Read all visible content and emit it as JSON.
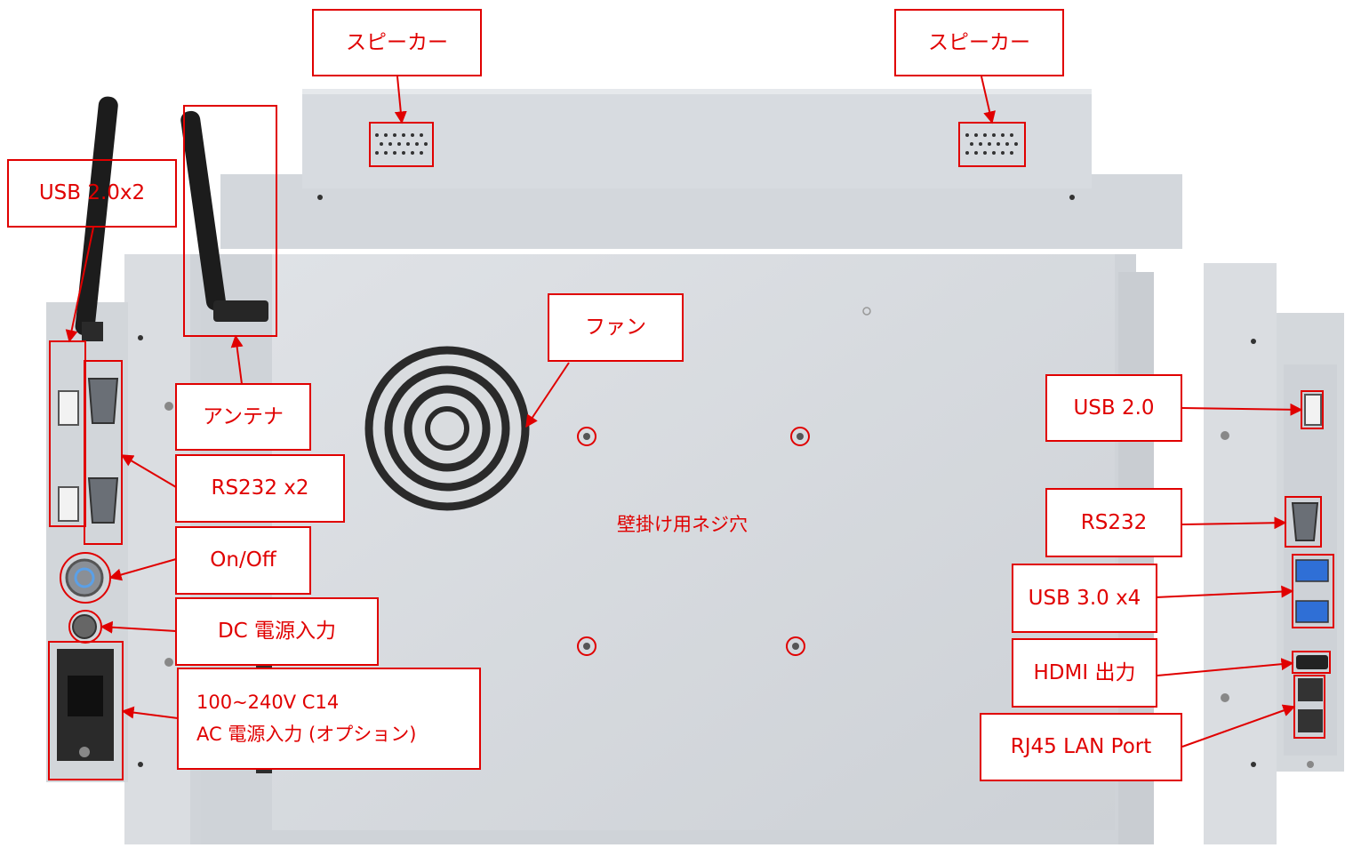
{
  "labels": {
    "speaker_left": "スピーカー",
    "speaker_right": "スピーカー",
    "usb2x2": "USB 2.0x2",
    "antenna": "アンテナ",
    "fan": "ファン",
    "rs232x2": "RS232 x2",
    "onoff": "On/Off",
    "dc_power": "DC  電源入力",
    "ac_line1": "100~240V C14",
    "ac_line2": "AC 電源入力 (オプション)",
    "wall_mount": "壁掛け用ネジ穴",
    "usb20": "USB 2.0",
    "rs232": "RS232",
    "usb30x4": "USB 3.0 x4",
    "hdmi": "HDMI  出力",
    "rj45": "RJ45 LAN Port"
  },
  "colors": {
    "annotation": "#e00000",
    "chassis": "#d7dade",
    "chassis_dark": "#c4c8cd",
    "port": "#5a6068",
    "usb3_blue": "#2f6fd6",
    "antenna": "#1c1c1c"
  }
}
